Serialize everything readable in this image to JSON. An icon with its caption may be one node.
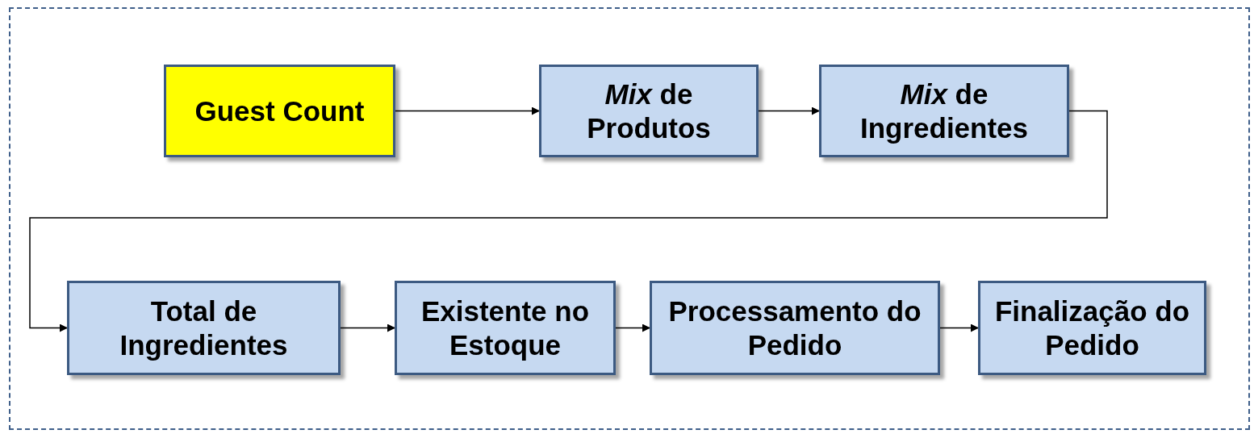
{
  "diagram": {
    "nodes": [
      {
        "text": [
          "Guest Count"
        ]
      },
      {
        "text": [
          "*Mix* de Produtos"
        ]
      },
      {
        "text": [
          "*Mix* de Ingredientes"
        ]
      },
      {
        "text": [
          "Total de Ingredientes"
        ]
      },
      {
        "text": [
          "Existente no Estoque"
        ]
      },
      {
        "text": [
          "Processamento do Pedido"
        ]
      },
      {
        "text": [
          "Finalização do Pedido"
        ]
      }
    ],
    "edges": [
      {
        "from": 0,
        "to": 1,
        "arrow": "to"
      },
      {
        "from": 1,
        "to": 2,
        "arrow": "to"
      },
      {
        "from": 2,
        "to": 3,
        "arrow": "to"
      },
      {
        "from": 3,
        "to": 4,
        "arrow": "to"
      },
      {
        "from": 4,
        "to": 5,
        "arrow": "to"
      },
      {
        "from": 5,
        "to": 6,
        "arrow": "to"
      }
    ]
  }
}
